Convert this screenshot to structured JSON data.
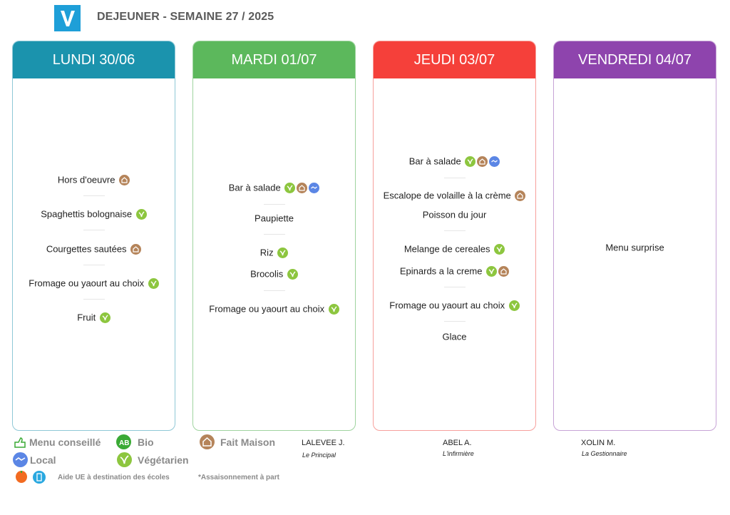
{
  "header": {
    "title": "DEJEUNER - SEMAINE 27 / 2025"
  },
  "days": [
    {
      "name": "LUNDI 30/06",
      "color": "#1b93ad",
      "items": [
        "Hors d'oeuvre",
        "Spaghettis bolognaise",
        "Courgettes sautées",
        "Fromage ou yaourt au choix",
        "Fruit"
      ]
    },
    {
      "name": "MARDI 01/07",
      "color": "#5cb85c",
      "items": [
        "Bar à salade",
        "Paupiette",
        "Riz",
        "Brocolis",
        "Fromage ou yaourt au choix"
      ]
    },
    {
      "name": "JEUDI 03/07",
      "color": "#f5403a",
      "items": [
        "Bar à salade",
        "Escalope de volaille à la crème",
        "Poisson du jour",
        "Melange de cereales",
        "Epinards a la creme",
        "Fromage ou yaourt au choix",
        "Glace"
      ]
    },
    {
      "name": "VENDREDI 04/07",
      "color": "#8e44ad",
      "items": [
        "Menu surprise"
      ]
    }
  ],
  "legend": {
    "menu_conseille": "Menu conseillé",
    "bio": "Bio",
    "fait_maison": "Fait Maison",
    "local": "Local",
    "vegetarien": "Végétarien",
    "aide_ue": "Aide UE à destination des écoles",
    "assaisonnement": "*Assaisonnement à part"
  },
  "signatures": [
    {
      "name": "LALEVEE J.",
      "role": "Le Principal"
    },
    {
      "name": "ABEL A.",
      "role": "L'infirmière"
    },
    {
      "name": "XOLIN M.",
      "role": "La Gestionnaire"
    }
  ],
  "colors": {
    "vegetarien": "#8dc63f",
    "fait_maison": "#b5845a",
    "local": "#5b86e5",
    "bio": "#3aaa35",
    "logo": "#1e9fd8"
  }
}
